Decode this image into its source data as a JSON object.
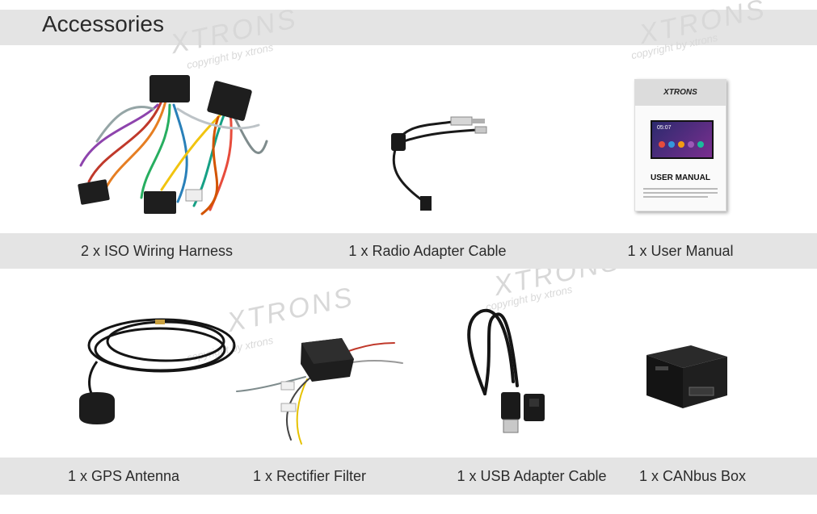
{
  "title": "Accessories",
  "watermark": {
    "brand": "XTRONS",
    "copyright": "copyright by xtrons"
  },
  "manual": {
    "brand": "XTRONS",
    "heading": "USER MANUAL",
    "clock": "05:07"
  },
  "row1": [
    {
      "label": "2 x ISO Wiring Harness"
    },
    {
      "label": "1 x Radio Adapter Cable"
    },
    {
      "label": "1 x User Manual"
    }
  ],
  "row2": [
    {
      "label": "1 x GPS Antenna"
    },
    {
      "label": "1 x Rectifier Filter"
    },
    {
      "label": "1 x USB Adapter Cable"
    },
    {
      "label": "1 x CANbus Box"
    }
  ],
  "colors": {
    "band": "#e4e4e4",
    "manual_accent": "#c7122b"
  }
}
